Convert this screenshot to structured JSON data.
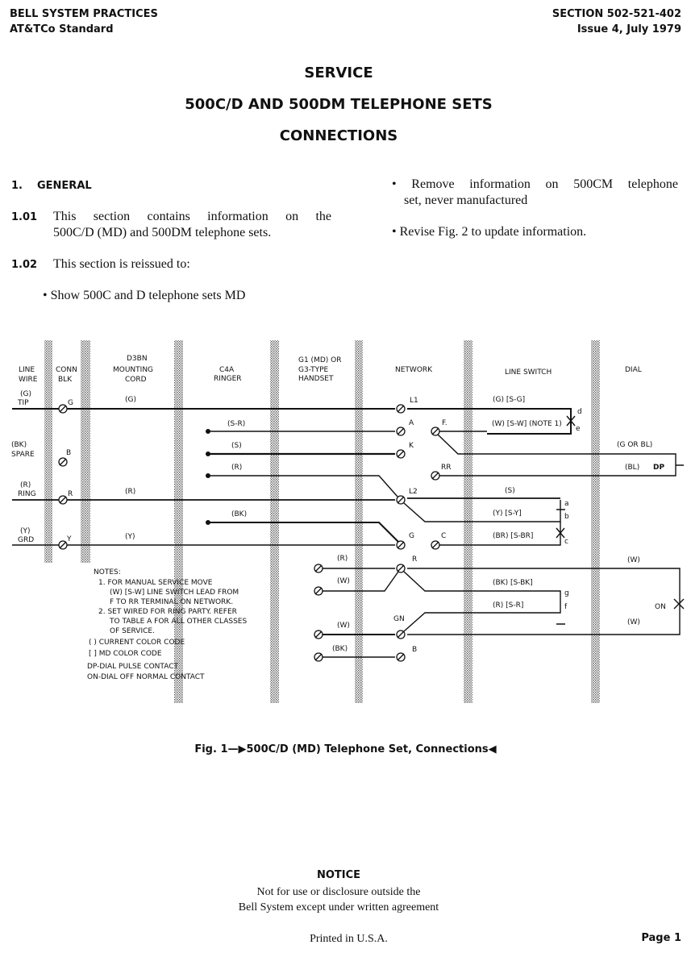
{
  "header": {
    "left1": "BELL SYSTEM PRACTICES",
    "left2": "AT&TCo Standard",
    "right1": "SECTION  502-521-402",
    "right2": "Issue 4,   July 1979"
  },
  "title": {
    "line1": "SERVICE",
    "line2": "500C/D AND 500DM TELEPHONE SETS",
    "line3": "CONNECTIONS"
  },
  "body": {
    "section_num": "1.",
    "section_title": "GENERAL",
    "p101_num": "1.01",
    "p101_line1": "This section contains information on the",
    "p101_line2": "500C/D (MD) and 500DM telephone sets.",
    "p102_num": "1.02",
    "p102": "This section is reissued to:",
    "bullets": [
      "Show 500C and D telephone sets MD",
      "Remove information on 500CM telephone",
      "set, never manufactured",
      "Revise Fig. 2 to update information."
    ]
  },
  "diagram": {
    "columns": {
      "line_wire": [
        "LINE",
        "WIRE"
      ],
      "conn_blk": [
        "CONN",
        "BLK"
      ],
      "cord": [
        "D3BN",
        "MOUNTING",
        "CORD"
      ],
      "ringer": [
        "C4A",
        "RINGER"
      ],
      "handset": [
        "G1 (MD) OR",
        "G3-TYPE",
        "HANDSET"
      ],
      "network": "NETWORK",
      "line_switch": "LINE SWITCH",
      "dial": "DIAL"
    },
    "line_labels": {
      "tip": [
        "(G)",
        "TIP"
      ],
      "spare": [
        "(BK)",
        "SPARE"
      ],
      "ring": [
        "(R)",
        "RING"
      ],
      "grd": [
        "(Y)",
        "GRD"
      ]
    },
    "conn_terms": [
      "G",
      "B",
      "R",
      "Y"
    ],
    "cord_wires": [
      "(G)",
      "(R)",
      "(Y)"
    ],
    "ringer_wires": [
      "(S-R)",
      "(S)",
      "(R)",
      "(BK)"
    ],
    "net_terms": {
      "l1": "L1",
      "a": "A",
      "k": "K",
      "f": "F.",
      "rr": "RR",
      "l2": "L2",
      "g": "G",
      "c": "C",
      "r": "R",
      "gn": "GN",
      "b": "B"
    },
    "switch_wires": {
      "g": "(G)  [S-G]",
      "w": "(W) [S-W] (NOTE 1)",
      "s": "(S)",
      "y": "(Y)  [S-Y]",
      "br": "(BR) [S-BR]",
      "bk": "(BK) [S-BK]",
      "r": "(R)  [S-R]"
    },
    "contacts": [
      "d",
      "e",
      "a",
      "b",
      "c",
      "g",
      "f"
    ],
    "dial_wires": {
      "gbl": "(G OR BL)",
      "bl": "(BL)",
      "dp": "DP",
      "w1": "(W)",
      "w2": "(W)",
      "on": "ON"
    },
    "handset_wires": [
      "(R)",
      "(W)",
      "(W)",
      "(BK)"
    ],
    "notes": [
      "NOTES:",
      "1. FOR MANUAL SERVICE MOVE",
      "(W)  [S-W] LINE SWITCH LEAD FROM",
      "F TO RR TERMINAL ON NETWORK.",
      "2. SET WIRED FOR RING PARTY. REFER",
      "TO TABLE A FOR ALL OTHER CLASSES",
      "OF SERVICE.",
      "( )  CURRENT COLOR CODE",
      "[ ]  MD COLOR CODE",
      "DP-DIAL PULSE CONTACT",
      "ON-DIAL OFF NORMAL CONTACT"
    ]
  },
  "caption": "Fig. 1—▶500C/D (MD) Telephone Set, Connections◀",
  "notice": {
    "title": "NOTICE",
    "line1": "Not for use or disclosure outside the",
    "line2": "Bell System except under written agreement"
  },
  "footer": {
    "printed": "Printed in U.S.A.",
    "page": "Page  1"
  }
}
